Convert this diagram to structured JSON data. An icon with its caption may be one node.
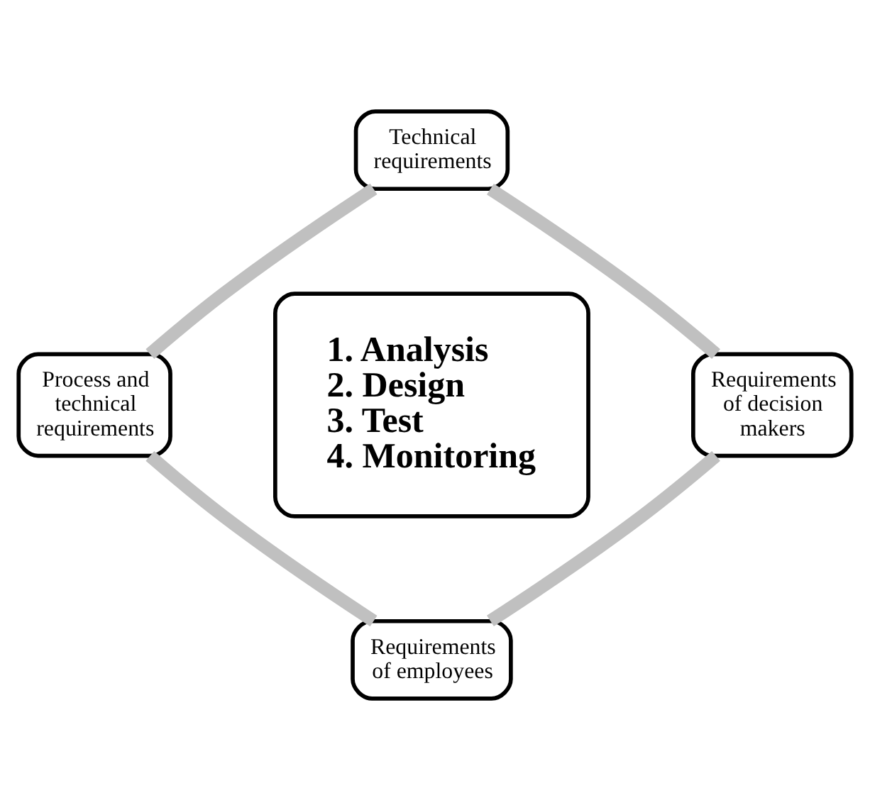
{
  "diagram": {
    "nodes": [
      {
        "text": [
          "Technical requirements"
        ]
      },
      {
        "text": [
          "Process and technical requirements"
        ]
      },
      {
        "text": [
          "1. Analysis",
          "2. Design",
          "3. Test",
          "4. Monitoring"
        ]
      },
      {
        "text": [
          "Requirements of decision makers"
        ]
      },
      {
        "text": [
          "Requirements of employees"
        ]
      }
    ],
    "edges": [
      {
        "from": 0,
        "to": 3,
        "arrow": "none"
      },
      {
        "from": 3,
        "to": 4,
        "arrow": "none"
      },
      {
        "from": 4,
        "to": 1,
        "arrow": "none"
      },
      {
        "from": 1,
        "to": 0,
        "arrow": "none"
      }
    ]
  }
}
